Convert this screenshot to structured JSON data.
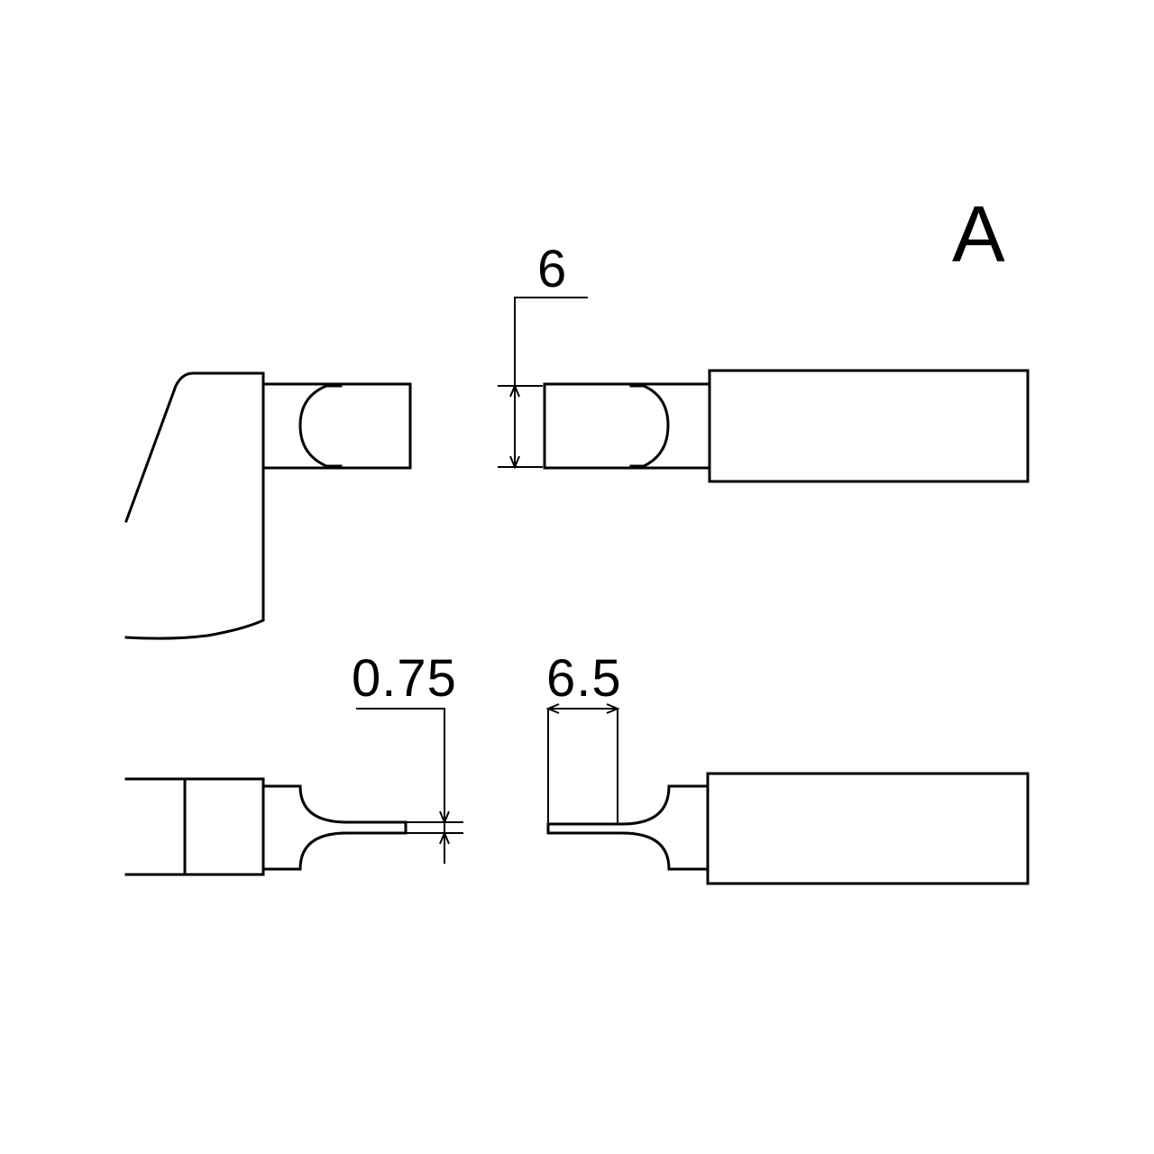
{
  "view_label": "A",
  "dimensions": {
    "tip_width": "6",
    "tip_thickness": "0.75",
    "tip_length": "6.5"
  },
  "colors": {
    "line": "#000000",
    "background": "#ffffff"
  }
}
